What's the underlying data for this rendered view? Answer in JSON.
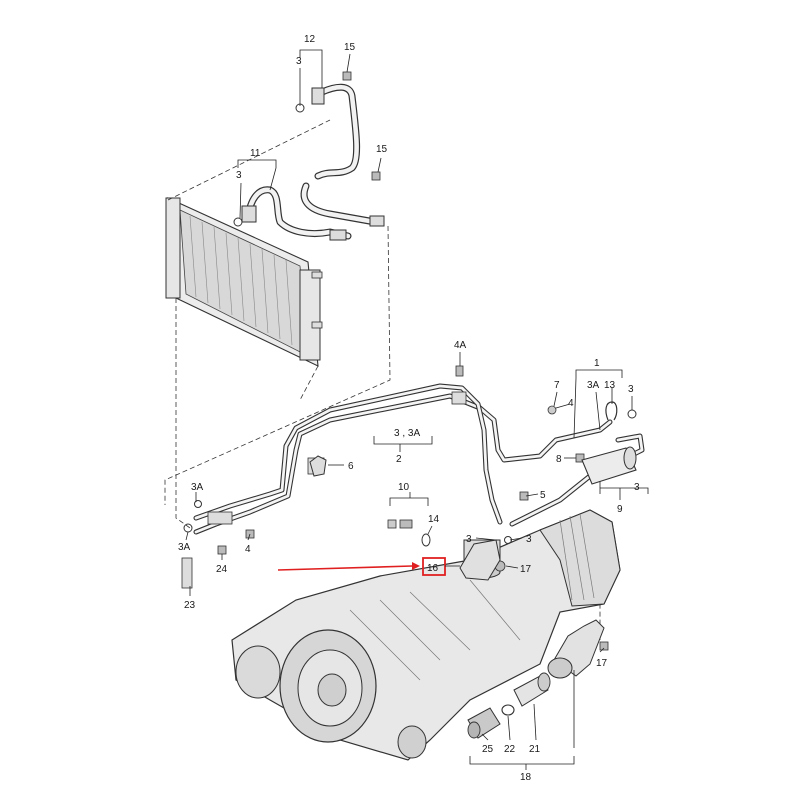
{
  "callouts": {
    "c1": "1",
    "c2": "2",
    "c3": "3",
    "c3a": "3A",
    "c3_3a": "3 , 3A",
    "c4": "4",
    "c4a": "4A",
    "c5": "5",
    "c6": "6",
    "c7": "7",
    "c8": "8",
    "c9": "9",
    "c10": "10",
    "c11": "11",
    "c12": "12",
    "c13": "13",
    "c14": "14",
    "c15": "15",
    "c16": "16",
    "c17": "17",
    "c18": "18",
    "c21": "21",
    "c22": "22",
    "c23": "23",
    "c24": "24",
    "c25": "25"
  },
  "highlight": {
    "color": "#e02020",
    "target": "16"
  }
}
